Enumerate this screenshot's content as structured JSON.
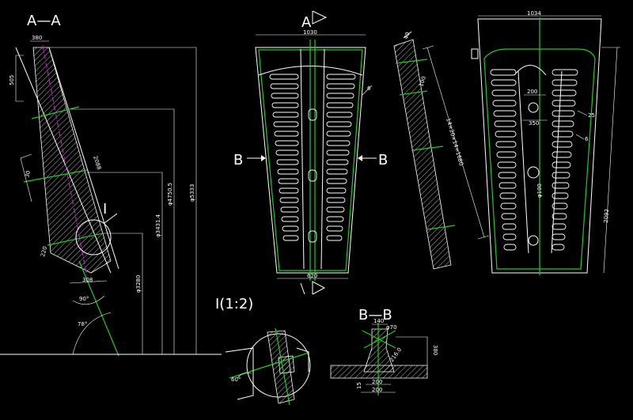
{
  "labels": {
    "section_aa": "A—A",
    "arrow_a_top": "A",
    "arrow_b_left": "B",
    "arrow_b_right": "B",
    "detail_mark": "I",
    "detail_title": "I(1:2)",
    "section_bb": "B—B"
  },
  "dims": {
    "aa_top": "380",
    "aa_left": "505",
    "aa_mid": "2088",
    "aa_bolt": "30",
    "aa_gap": "220",
    "aa_bottom": "308",
    "aa_d1": "φ3280",
    "aa_d2": "φ3431.4",
    "aa_d3": "φ4750.5",
    "aa_d4": "φ5333",
    "aa_ang1": "90°",
    "aa_ang2": "78°",
    "front_top": "1030",
    "front_bottom": "620",
    "front_side": "6",
    "side_view_dim1": "40",
    "side_view_dim2": "100",
    "side_view_long": "14×20×14=1680",
    "back_top": "1034",
    "back_mid1": "200",
    "back_mid2": "350",
    "back_hole": "φ100",
    "back_side1": "25",
    "back_side2": "6",
    "back_len": "2092",
    "detail_ang": "60°",
    "bb_top": "140",
    "bb_d": "φ70",
    "bb_mid1": "200",
    "bb_mid2": "200",
    "bb_h": "380",
    "bb_slope": "216.0",
    "bb_small": "15"
  }
}
